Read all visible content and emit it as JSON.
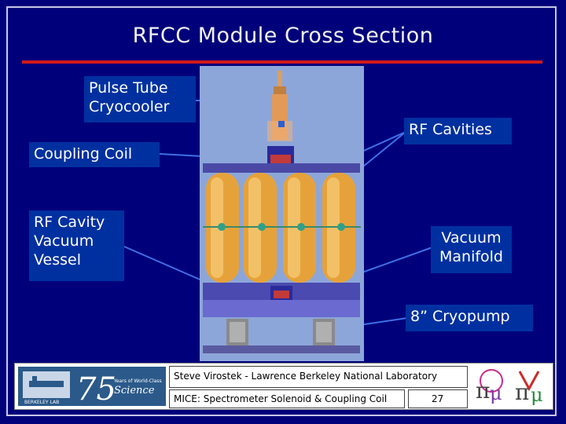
{
  "slide": {
    "title": "RFCC Module Cross Section",
    "colors": {
      "background": "#00007a",
      "accent_rule": "#d21a1a",
      "label_box": "#0030a0"
    }
  },
  "labels": {
    "pulse_tube": [
      "Pulse Tube",
      "Cryocooler"
    ],
    "coupling_coil": "Coupling Coil",
    "rf_cavity_vacuum_vessel": [
      "RF Cavity",
      "Vacuum",
      "Vessel"
    ],
    "rf_cavities": "RF Cavities",
    "vacuum_manifold": [
      "Vacuum",
      "Manifold"
    ],
    "cryopump": "8” Cryopump"
  },
  "footer": {
    "presenter": "Steve Virostek - Lawrence Berkeley National Laboratory",
    "talk": "MICE: Spectrometer Solenoid & Coupling Coil",
    "page": "27",
    "lbl_logo_text": "BERKELEY LAB",
    "anniversary_number": "75",
    "anniversary_lines": [
      "Years of World-Class",
      "Science"
    ]
  }
}
